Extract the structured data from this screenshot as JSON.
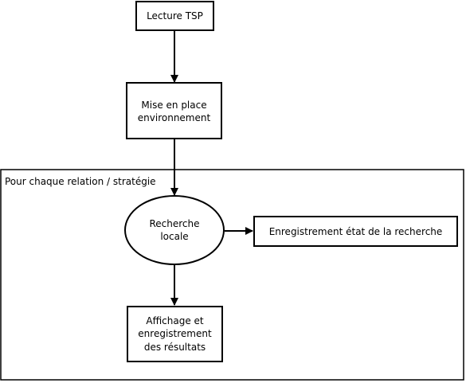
{
  "nodes": {
    "lecture": {
      "lines": [
        "Lecture TSP"
      ]
    },
    "mise_en_place": {
      "lines": [
        "Mise en place",
        "environnement"
      ]
    },
    "recherche": {
      "lines": [
        "Recherche",
        "locale"
      ]
    },
    "enregistrement_etat": {
      "lines": [
        "Enregistrement état de la recherche"
      ]
    },
    "affichage": {
      "lines": [
        "Affichage et",
        "enregistrement",
        "des résultats"
      ]
    }
  },
  "loop_container": {
    "label": "Pour chaque relation / stratégie"
  },
  "colors": {
    "stroke": "#000000",
    "fill": "#ffffff",
    "text": "#000000"
  }
}
